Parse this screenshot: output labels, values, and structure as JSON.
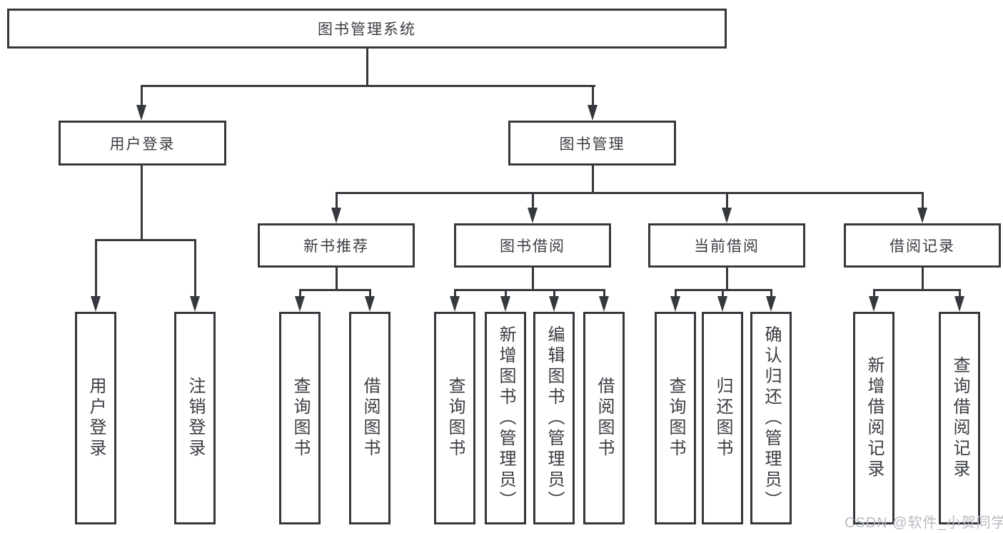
{
  "diagram": {
    "title": "图书管理系统",
    "type": "hierarchy-diagram",
    "colors": {
      "line": "#35383d",
      "border": "#35383d",
      "text": "#3a3d42",
      "background": "#ffffff",
      "watermark": "#b7bbc1"
    }
  },
  "nodes": {
    "root": "图书管理系统",
    "user_login": "用户登录",
    "book_mgmt": "图书管理",
    "new_book": "新书推荐",
    "book_borrow": "图书借阅",
    "current_borrow": "当前借阅",
    "borrow_record": "借阅记录",
    "ul_login": "用户登录",
    "ul_logout": "注销登录",
    "nb_query": "查询图书",
    "nb_borrow": "借阅图书",
    "bb_query": "查询图书",
    "bb_add": "新增图书（管理员）",
    "bb_edit": "编辑图书（管理员）",
    "bb_borrow": "借阅图书",
    "cb_query": "查询图书",
    "cb_return": "归还图书",
    "cb_confirm": "确认归还（管理员）",
    "br_add": "新增借阅记录",
    "br_query": "查询借阅记录"
  },
  "watermark": "CSDN @软件_小贺同学"
}
